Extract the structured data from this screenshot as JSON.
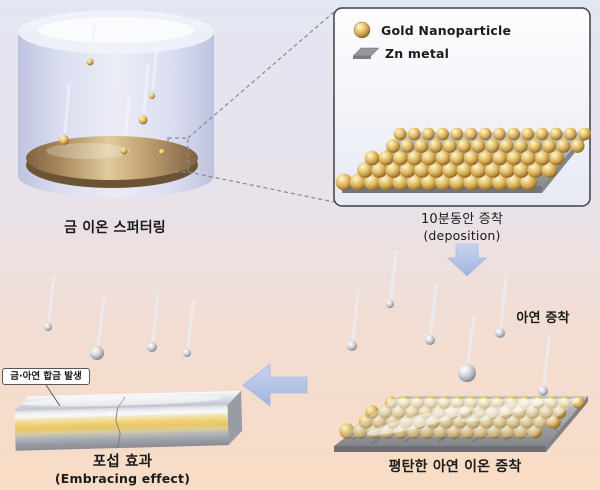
{
  "colors": {
    "gold": "#d2a855",
    "zinc_gray": "#8f9298",
    "arrow_blue": "#b3c2e6",
    "background_top": "#e3e6f3",
    "background_bottom": "#f8dcc5"
  },
  "legend": {
    "gold_label": "Gold Nanoparticle",
    "zn_label": "Zn metal"
  },
  "labels": {
    "sputtering": "금 이온 스퍼터링",
    "deposition_line1": "10분동안 증착",
    "deposition_line2": "(deposition)",
    "zn_falling": "아연 증착",
    "flat_deposition": "평탄한 아연 이온 증착",
    "alloy_callout": "금·아연 합금 발생",
    "embracing_line1": "포섭 효과",
    "embracing_line2": "(Embracing effect)"
  }
}
